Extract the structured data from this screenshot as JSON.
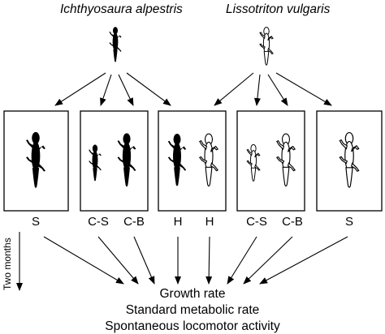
{
  "species": {
    "dark": "Ichthyosaura alpestris",
    "light": "Lissotriton vulgaris"
  },
  "treatments": {
    "g1": [
      "S"
    ],
    "g2": [
      "C-S",
      "C-B"
    ],
    "g3": [
      "H",
      "H"
    ],
    "g4": [
      "C-S",
      "C-B"
    ],
    "g5": [
      "S"
    ]
  },
  "timeline": "Two months",
  "outcomes": [
    "Growth rate",
    "Standard metabolic rate",
    "Spontaneous locomotor activity"
  ],
  "colors": {
    "dark": "#000000",
    "light": "#ffffff",
    "outline": "#000000"
  }
}
